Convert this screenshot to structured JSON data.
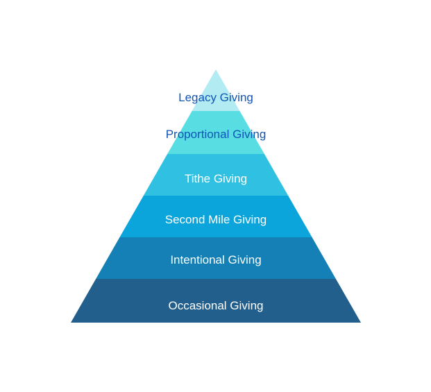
{
  "diagram": {
    "type": "pyramid",
    "background": "#ffffff",
    "levels": [
      {
        "label": "Legacy Giving",
        "fill": "#b3ebf2",
        "label_color": "#0f55b6"
      },
      {
        "label": "Proportional Giving",
        "fill": "#58dde3",
        "label_color": "#0f55b6"
      },
      {
        "label": "Tithe Giving",
        "fill": "#30c1e2",
        "label_color": "#ffffff"
      },
      {
        "label": "Second Mile Giving",
        "fill": "#0ba5dc",
        "label_color": "#ffffff"
      },
      {
        "label": "Intentional Giving",
        "fill": "#1480b5",
        "label_color": "#ffffff"
      },
      {
        "label": "Occasional Giving",
        "fill": "#225f8c",
        "label_color": "#ffffff"
      }
    ]
  }
}
